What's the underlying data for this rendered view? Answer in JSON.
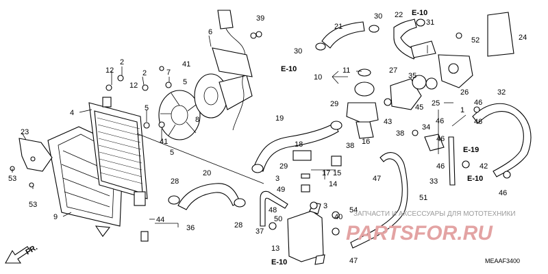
{
  "callouts": {
    "c1": "1",
    "c2a": "2",
    "c2b": "2",
    "c3a": "3",
    "c3b": "3",
    "c4": "4",
    "c5a": "5",
    "c5b": "5",
    "c6": "6",
    "c7": "7",
    "c8": "8",
    "c9": "9",
    "c10": "10",
    "c11": "11",
    "c12a": "12",
    "c12b": "12",
    "c13": "13",
    "c14": "14",
    "c15": "15",
    "c16": "16",
    "c17": "17",
    "c18": "18",
    "c19": "19",
    "c20": "20",
    "c21": "21",
    "c22": "22",
    "c23": "23",
    "c24": "24",
    "c25": "25",
    "c26": "26",
    "c27": "27",
    "c28a": "28",
    "c28b": "28",
    "c29a": "29",
    "c29b": "29",
    "c30a": "30",
    "c30b": "30",
    "c31": "31",
    "c32": "32",
    "c33": "33",
    "c34": "34",
    "c35": "35",
    "c36": "36",
    "c37": "37",
    "c38a": "38",
    "c38b": "38",
    "c39": "39",
    "c40": "40",
    "c41a": "41",
    "c41b": "41",
    "c42": "42",
    "c43": "43",
    "c44": "44",
    "c45": "45",
    "c46a": "46",
    "c46b": "46",
    "c46c": "46",
    "c46d": "46",
    "c47a": "47",
    "c47b": "47",
    "c48": "48",
    "c49": "49",
    "c50": "50",
    "c51": "51",
    "c52": "52",
    "c53a": "53",
    "c53b": "53",
    "c54": "54"
  },
  "refs": {
    "e10_top": "E-10",
    "e10_left": "E-10",
    "e10_right": "E-10",
    "e10_bottom": "E-10",
    "e19": "E-19"
  },
  "front_arrow": "FR.",
  "watermark": "ЗАПЧАСТИ И АКСЕССУАРЫ ДЛЯ МОТОТЕХНИКИ",
  "logo": "PARTSFOR.RU",
  "diagram_code": "MEAAF3400"
}
